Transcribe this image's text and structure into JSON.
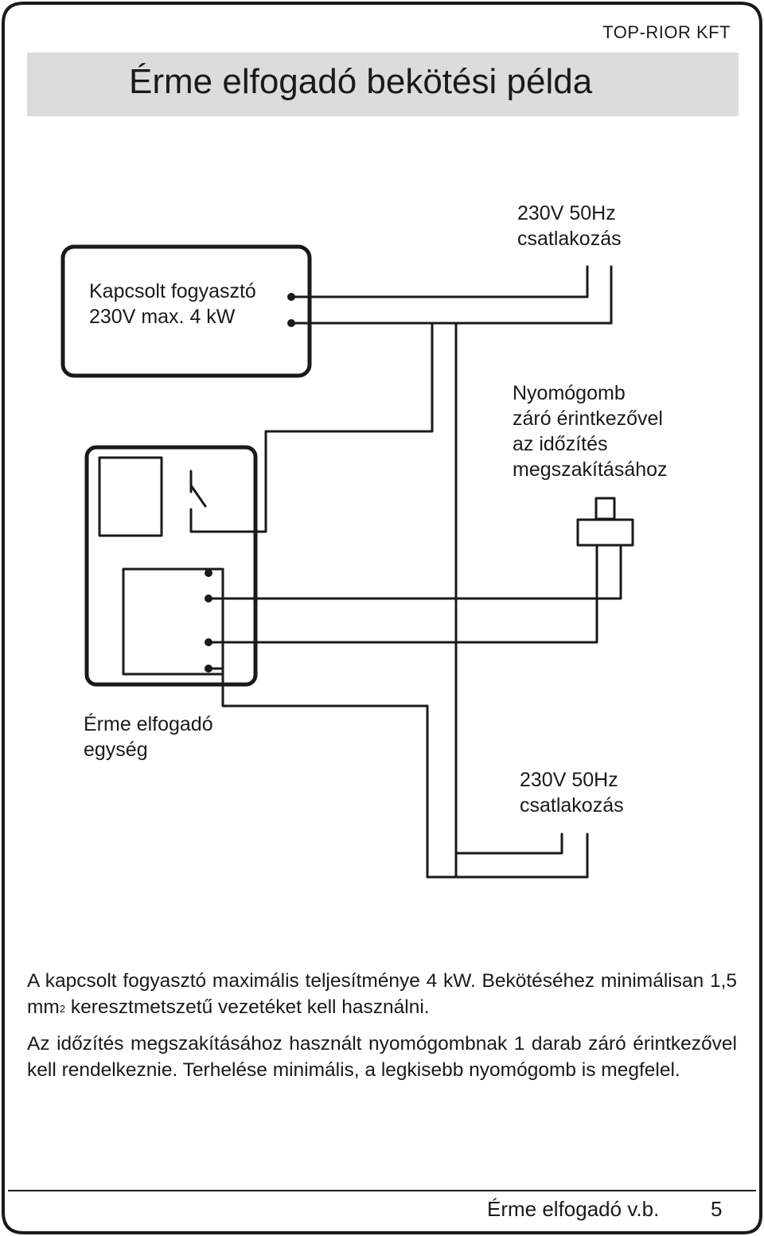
{
  "header": {
    "company": "TOP-RIOR KFT",
    "title": "Érme elfogadó bekötési példa"
  },
  "diagram": {
    "load_label": "Kapcsolt fogyasztó\n230V max. 4 kW",
    "mains_top_label": "230V 50Hz\ncsatlakozás",
    "button_label": "Nyomógomb\nzáró érintkezővel\naz időzítés\nmegszakításához",
    "unit_label": "Érme elfogadó\negység",
    "mains_bottom_label": "230V 50Hz\ncsatlakozás"
  },
  "body": {
    "para1_part1": "A kapcsolt fogyasztó maximális teljesítménye 4 kW. Bekötéséhez minimálisan 1,5 mm",
    "para1_sup": "2",
    "para1_part2": " keresztmetszetű vezetéket kell használni.",
    "para2": "Az időzítés megszakításához használt nyomógombnak 1 darab záró érintkezővel kell rendelkeznie. Terhelése minimális, a legkisebb nyomógomb is megfelel."
  },
  "footer": {
    "doc_name": "Érme elfogadó v.b.",
    "page_number": "5"
  },
  "colors": {
    "line": "#1a1a1a",
    "title_bar": "#dcdcdc"
  }
}
